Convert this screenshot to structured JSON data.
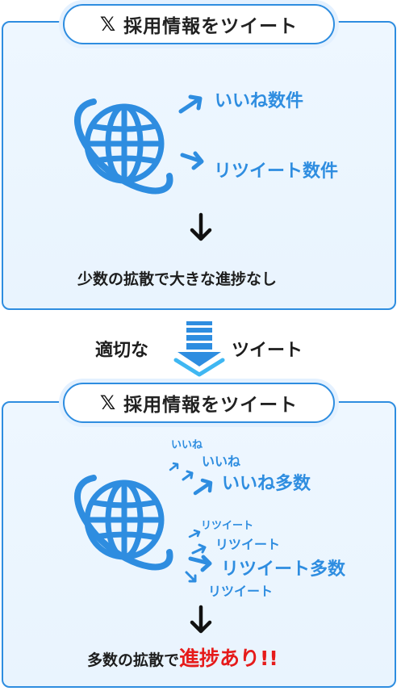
{
  "top_card": {
    "header": "採用情報をツイート",
    "logo": "x-logo",
    "likes": "いいね数件",
    "retweets": "リツイート数件",
    "result": "少数の拡散で大きな進捗なし"
  },
  "transition": {
    "left": "適切な",
    "right": "ツイート"
  },
  "bottom_card": {
    "header": "採用情報をツイート",
    "like_small": "いいね",
    "like_mid": "いいね",
    "like_big": "いいね多数",
    "rt_small": "リツイート",
    "rt_mid": "リツイート",
    "rt_big": "リツイート多数",
    "rt_bottom": "リツイート",
    "result_prefix": "多数の拡散で",
    "result_highlight": "進捗あり!!"
  },
  "colors": {
    "accent": "#2e8de0",
    "highlight": "#e61b1b"
  }
}
